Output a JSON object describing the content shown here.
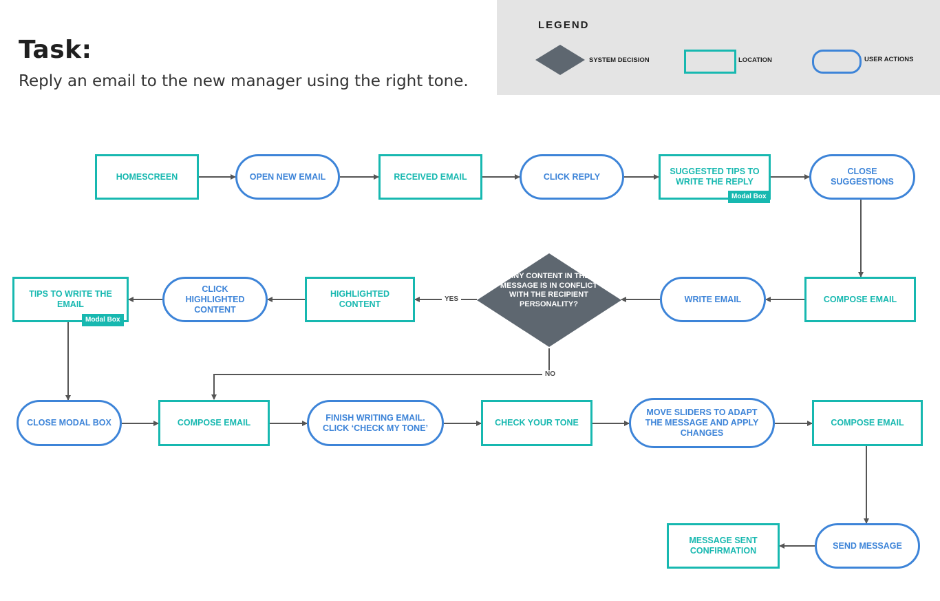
{
  "task": {
    "title": "Task:",
    "description": "Reply an email to the new manager using the right tone."
  },
  "legend": {
    "title": "LEGEND",
    "system_decision": "SYSTEM DECISION",
    "location": "LOCATION",
    "user_actions": "USER ACTIONS"
  },
  "colors": {
    "location": "#17b8b0",
    "user_action": "#3d84d8",
    "decision": "#5e6770",
    "connector": "#555555",
    "legend_bg": "#e4e4e4"
  },
  "nodes": {
    "homescreen": "HOMESCREEN",
    "open_new_email": "OPEN NEW EMAIL",
    "received_email": "RECEIVED EMAIL",
    "click_reply": "CLICK REPLY",
    "suggested_tips": "SUGGESTED TIPS TO WRITE THE REPLY",
    "close_suggestions": "CLOSE SUGGESTIONS",
    "compose_email_1": "COMPOSE EMAIL",
    "write_email": "WRITE EMAIL",
    "decision": "ANY CONTENT IN THE MESSAGE IS IN CONFLICT WITH THE RECIPIENT PERSONALITY?",
    "highlighted_content": "HIGHLIGHTED CONTENT",
    "click_highlighted_content": "CLICK HIGHLIGHTED CONTENT",
    "tips_to_write": "TIPS TO WRITE THE EMAIL",
    "close_modal_box": "CLOSE MODAL BOX",
    "compose_email_2": "COMPOSE EMAIL",
    "finish_writing": "FINISH WRITING EMAIL. CLICK ‘CHECK MY TONE’",
    "check_your_tone": "CHECK YOUR TONE",
    "move_sliders": "MOVE SLIDERS TO ADAPT THE MESSAGE AND APPLY CHANGES",
    "compose_email_3": "COMPOSE EMAIL",
    "send_message": "SEND MESSAGE",
    "message_sent": "MESSAGE SENT CONFIRMATION"
  },
  "badges": {
    "modal_box_1": "Modal Box",
    "modal_box_2": "Modal Box"
  },
  "labels": {
    "yes": "YES",
    "no": "NO"
  }
}
